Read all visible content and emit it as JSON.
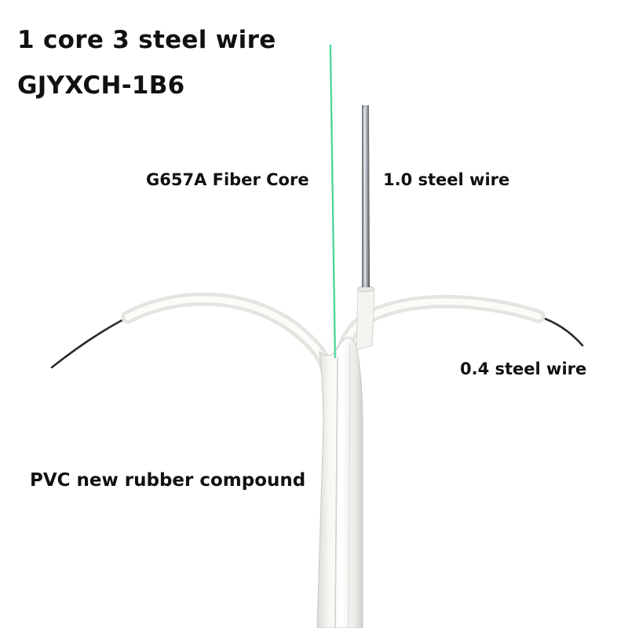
{
  "title": {
    "line1": "1 core 3 steel wire",
    "line2": "GJYXCH-1B6"
  },
  "callouts": {
    "fiber_core": "G657A Fiber Core",
    "steel_wire_1_0": "1.0 steel wire",
    "steel_wire_0_4": "0.4 steel wire",
    "jacket": "PVC new rubber compound"
  },
  "colors": {
    "background": "#ffffff",
    "text": "#111111",
    "fiber": "#3fcf8e",
    "jacket": "#f2f2ee",
    "steel": "#9ca3aa",
    "wire": "#2a2a2e"
  }
}
